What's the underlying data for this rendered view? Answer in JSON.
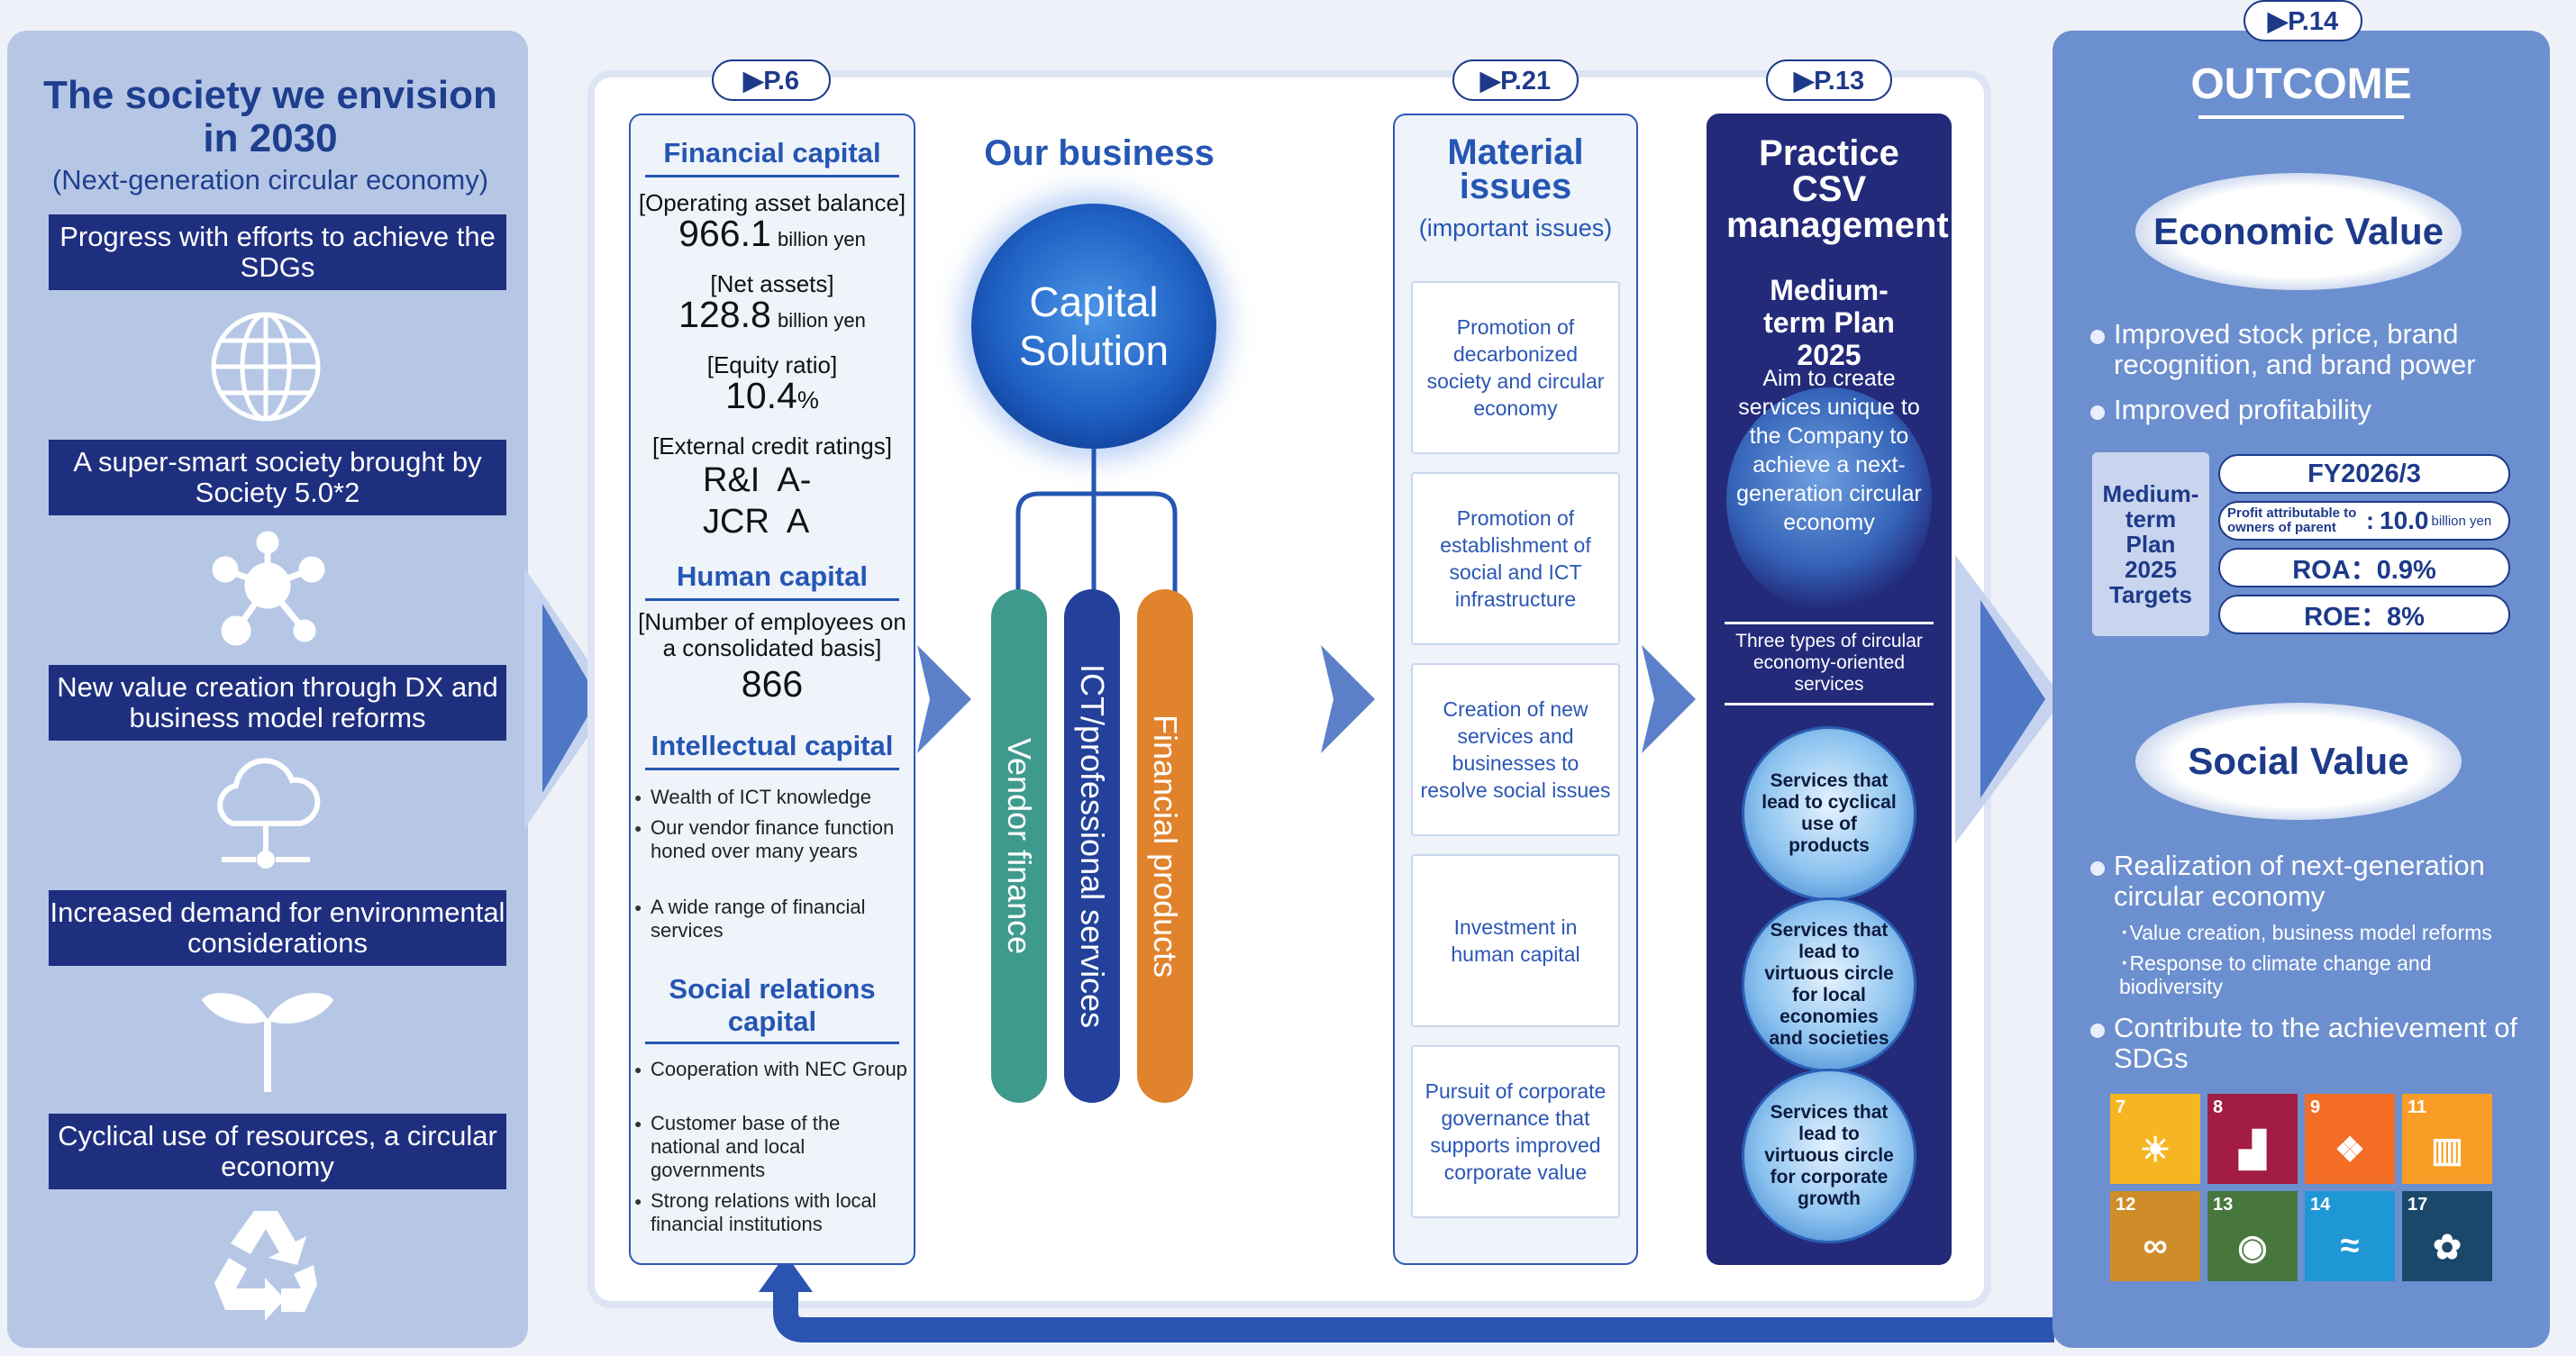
{
  "left": {
    "title_line1": "The society we envision",
    "title_line2": "in 2030",
    "subtitle": "(Next-generation circular economy)",
    "items": [
      {
        "label": "Progress with efforts to achieve the SDGs",
        "icon": "globe-icon"
      },
      {
        "label": "A super-smart society brought by Society 5.0*2",
        "icon": "network-icon"
      },
      {
        "label": "New value creation through DX and business model reforms",
        "icon": "cloud-network-icon"
      },
      {
        "label": "Increased demand for environmental considerations",
        "icon": "sprout-icon"
      },
      {
        "label": "Cyclical use of resources, a circular economy",
        "icon": "recycle-icon"
      }
    ]
  },
  "page_tags": {
    "p6": "▶P.6",
    "p21": "▶P.21",
    "p13": "▶P.13",
    "p14": "▶P.14"
  },
  "capital": {
    "financial_title": "Financial capital",
    "operating_label": "[Operating asset balance]",
    "operating_value": "966.1",
    "operating_unit": "billion yen",
    "net_label": "[Net assets]",
    "net_value": "128.8",
    "net_unit": "billion yen",
    "equity_label": "[Equity ratio]",
    "equity_value": "10.4",
    "equity_unit": "%",
    "credit_label": "[External credit ratings]",
    "credit_ri": "R&I  A-",
    "credit_jcr": "JCR  A",
    "human_title": "Human capital",
    "human_label": "[Number of employees on a consolidated basis]",
    "human_value": "866",
    "intellectual_title": "Intellectual capital",
    "intellectual_items": [
      "Wealth of ICT knowledge",
      "Our vendor finance function honed over many years",
      "A wide range of financial services"
    ],
    "social_title": "Social relations capital",
    "social_items": [
      "Cooperation with NEC Group",
      "Customer base of the national and local governments",
      "Strong relations with local financial institutions"
    ]
  },
  "business": {
    "title": "Our business",
    "core": "Capital Solution",
    "pillars": [
      {
        "label": "Vendor finance",
        "color": "#3f9a8e"
      },
      {
        "label": "ICT/professional services",
        "color": "#23419a"
      },
      {
        "label": "Financial products",
        "color": "#e0832c"
      }
    ]
  },
  "material": {
    "title": "Material issues",
    "subtitle": "(important issues)",
    "items": [
      "Promotion of decarbonized society and circular economy",
      "Promotion of establishment of social and ICT infrastructure",
      "Creation of new services and businesses to resolve social issues",
      "Investment in human capital",
      "Pursuit of corporate governance that supports improved corporate value"
    ]
  },
  "csv": {
    "title": "Practice CSV management",
    "plan": "Medium-term Plan 2025",
    "aim": "Aim to create services unique to the Company to achieve a next-generation circular economy",
    "types_label": "Three types of circular economy-oriented services",
    "circles": [
      "Services that lead to cyclical use of products",
      "Services that lead to virtuous circle for local economies and societies",
      "Services that lead to virtuous circle for corporate growth"
    ]
  },
  "outcome": {
    "title": "OUTCOME",
    "economic_title": "Economic Value",
    "economic_items": [
      "Improved stock price, brand recognition, and brand power",
      "Improved profitability"
    ],
    "targets_label": "Medium-term Plan 2025 Targets",
    "fy": "FY2026/3",
    "profit_label": "Profit attributable to owners of parent",
    "profit_value": "10.0",
    "profit_unit": "billion yen",
    "roa": "ROA：0.9%",
    "roe": "ROE：8%",
    "social_title": "Social Value",
    "social_item1": "Realization of next-generation circular economy",
    "social_sub1": "･Value creation, business model reforms",
    "social_sub2": "･Response to climate change and biodiversity",
    "social_item2": "Contribute to the achievement of SDGs",
    "sdgs": [
      {
        "num": "7",
        "color": "#f5b622",
        "icon": "sun-icon"
      },
      {
        "num": "8",
        "color": "#a21c44",
        "icon": "growth-chart-icon"
      },
      {
        "num": "9",
        "color": "#f36d25",
        "icon": "cubes-icon"
      },
      {
        "num": "11",
        "color": "#f99d26",
        "icon": "buildings-icon"
      },
      {
        "num": "12",
        "color": "#cf8d2a",
        "icon": "infinity-icon"
      },
      {
        "num": "13",
        "color": "#48773e",
        "icon": "eye-globe-icon"
      },
      {
        "num": "14",
        "color": "#1f97d4",
        "icon": "fish-icon"
      },
      {
        "num": "17",
        "color": "#19486a",
        "icon": "flower-icon"
      }
    ]
  }
}
